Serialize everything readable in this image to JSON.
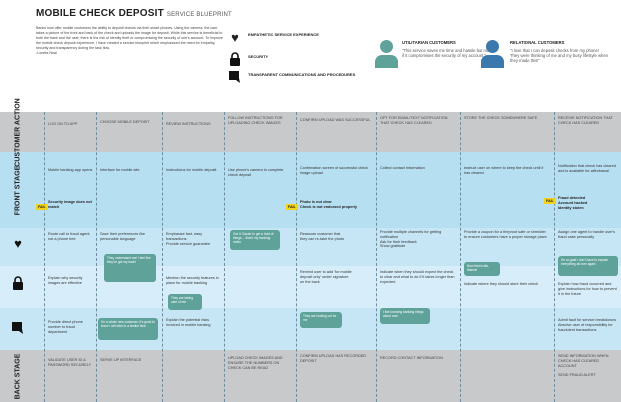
{
  "header": {
    "title": "MOBILE CHECK DEPOSIT",
    "subtitle": "SERVICE BLUEPRINT",
    "intro": "Banks now offer mobile customers the ability to deposit checks via their smart phones. Using the camera, the user takes a picture of the front and back of the check and uploads the image for deposit. While this service is beneficial to both the bank and the user, there is the risk of identity theft or compromising the security of one's account. To improve the mobile check deposit experience, I have created a service blueprint which emphasized the need for empathy, security and transparency during the task flow.",
    "author": "-Loretta Neal"
  },
  "legend": [
    {
      "icon": "heart-icon",
      "glyph": "♥",
      "label": "EMPATHETIC SERVICE EXPERIENCE"
    },
    {
      "icon": "lock-icon",
      "glyph": "🔒",
      "label": "SECURITY"
    },
    {
      "icon": "chat-icon",
      "glyph": "▰",
      "label": "TRANSPARENT COMMUNICATIONS AND PROCEDURES"
    }
  ],
  "personas": [
    {
      "name": "UTILITARIAN CUSTOMERS",
      "quote": "\"This service saves me time and hassle but not if it compromises the security of my account.\"",
      "color": "#5fa29a"
    },
    {
      "name": "RELATIONAL CUSTOMERS",
      "quote": "\"I love that I can deposit checks from my phone! They were thinking of me and my busy lifestyle when they made this!\"",
      "color": "#3b78ad"
    }
  ],
  "colors": {
    "grey": "#c7c9cb",
    "blue": "#b7dff2",
    "lightblue": "#d7eefa",
    "fail": "#f2d41c",
    "bubble": "#5fa29a"
  },
  "rows": {
    "customer_action": "CUSTOMER ACTION",
    "front_stage": "FRONT STAGE",
    "back_stage": "BACK STAGE"
  },
  "fail_label": "FAIL",
  "steps": [
    {
      "action": "LOG ON TO APP",
      "front": "Mobile banking app opens",
      "fail": "Security image does not match",
      "empathy": "Route call to fraud agent, not a phone tree",
      "empathy_note": "",
      "security": "Explain why security images are effective",
      "security_note": "",
      "transparency": "Provide direct phone number to fraud department",
      "transparency_note": "",
      "back": "VALIDATE USER ID & PASSWORD SECURELY"
    },
    {
      "action": "CHOOSE MOBILE DEPOSIT",
      "front": "Interface for mobile site",
      "fail": "",
      "empathy": "Save their preferences like personable language",
      "empathy_note": "They understand me! I feel like they've got my back!",
      "security": "",
      "security_note": "",
      "transparency": "",
      "transparency_note": "I'm a whole new customer; it's good to know I will stick to a similar flow",
      "back": "SERVE UP INTERFACE"
    },
    {
      "action": "REVIEW INSTRUCTIONS",
      "front": "Instructions for mobile deposit",
      "fail": "",
      "empathy": "Emphasize fast, easy transactions\nProvide service guarantee",
      "empathy_note": "",
      "security": "Mention the security features in place for mobile banking",
      "security_note": "They are taking care of me",
      "transparency": "Explain the potential risks involved in mobile banking",
      "transparency_note": "",
      "back": ""
    },
    {
      "action": "FOLLOW INSTRUCTIONS FOR UPLOADING CHECK IMAGES",
      "front": "Use phone's camera to complete check deposit",
      "fail": "",
      "empathy": "",
      "empathy_note": "Got it. Easier to get a hold of things… that's my banking motto",
      "security": "",
      "security_note": "",
      "transparency": "",
      "transparency_note": "",
      "back": "UPLOAD CHECK IMAGES AND ENSURE THE NUMBERS ON CHECK CAN BE READ"
    },
    {
      "action": "CONFIRM UPLOAD WAS SUCCESSFUL",
      "front": "Confirmation screen of successful check image upload",
      "fail": "Photo is not clear\nCheck is not endorsed properly",
      "empathy": "Reassure customer that they can re-take the photo",
      "empathy_note": "",
      "security": "Remind user to add 'for mobile deposit only' under signature on the back",
      "security_note": "",
      "transparency": "",
      "transparency_note": "They are looking out for me",
      "back": "CONFIRM UPLOAD HAS RECORDED DEPOSIT"
    },
    {
      "action": "OPT FOR EMAIL/TEXT NOTIFICATION THAT CHECK HAS CLEARED",
      "front": "Collect contact information",
      "fail": "",
      "empathy": "Provide multiple channels for getting notification\nAsk for their feedback\nShow gratitude",
      "empathy_note": "",
      "security": "Indicate when they should expect the check to clear and what to do if it takes longer than expected",
      "security_note": "",
      "transparency": "",
      "transparency_note": "I like knowing banking things about now",
      "back": "RECORD CONTACT INFORMATION"
    },
    {
      "action": "STORE THE CHECK SOMEWHERE SAFE",
      "front": "Instruct user on where to keep the check until it has cleared",
      "fail": "",
      "empathy": "Provide a coupon for a fireproof safe or shredder to ensure customers have a proper storage place",
      "empathy_note": "Now that is fab, thanks!",
      "security": "Indicate where they should store their check",
      "security_note": "",
      "transparency": "",
      "transparency_note": "",
      "back": ""
    },
    {
      "action": "RECEIVE NOTIFICATION THAT CHECK HAS CLEARED",
      "front": "Notification that check has cleared and is available for withdrawal",
      "fail": "Fraud detected\nAccount hacked\nIdentity stolen",
      "empathy": "Assign one agent to handle user's fraud case personally",
      "empathy_note": "I'm so glad I don't have to explain everything all over again",
      "security": "Explain how fraud occurred and give instructions for how to prevent it in the future",
      "security_note": "",
      "transparency": "Admit fault for service breakdowns\nAbsolve user of responsibility for fraudulent transactions",
      "transparency_note": "",
      "back": "SEND INFORMATION WHEN CHECK HAS CLEARED ACCOUNT\n\nSEND FRAUD ALERT"
    }
  ]
}
